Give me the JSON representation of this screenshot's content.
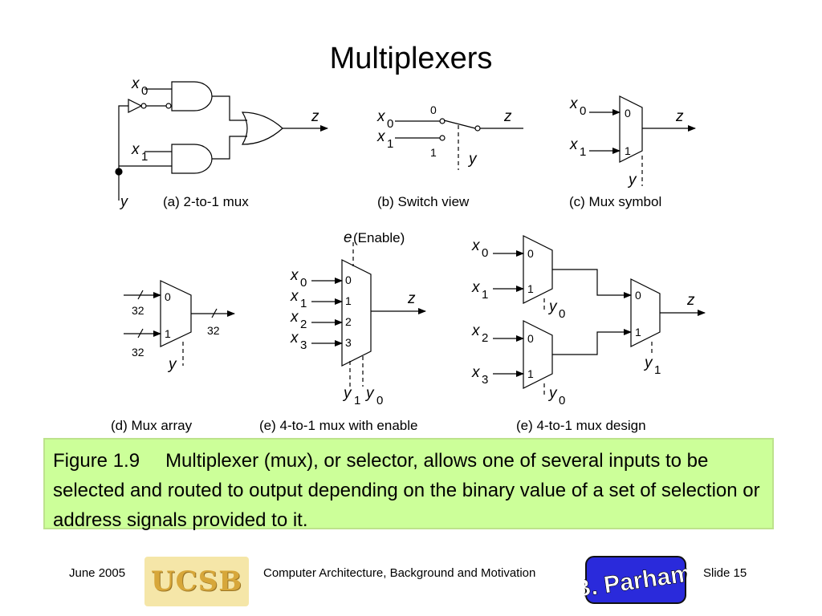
{
  "slide": {
    "title": "Multiplexers",
    "caption_prefix": "Figure 1.9",
    "caption_text": "Multiplexer (mux), or selector, allows one of several inputs to be selected and routed to output depending on the binary value of a set of selection or address signals provided to it."
  },
  "diagrams": {
    "a_caption": "(a) 2-to-1 mux",
    "b_caption": "(b) Switch view",
    "c_caption": "(c) Mux symbol",
    "d_caption": "(d) Mux array",
    "e_caption": "(e) 4-to-1 mux with enable",
    "f_caption": "(e) 4-to-1 mux design",
    "var_x": "x",
    "var_y": "y",
    "var_z": "z",
    "var_e": "e",
    "enable_label": " (Enable)",
    "width_32": "32",
    "sub_0": "0",
    "sub_1": "1",
    "sub_2": "2",
    "sub_3": "3"
  },
  "footer": {
    "date": "June 2005",
    "logo_text": "UCSB",
    "course": "Computer Architecture, Background and Motivation",
    "author_logo_text": "B. Parhami",
    "slide_number": "Slide 15"
  }
}
